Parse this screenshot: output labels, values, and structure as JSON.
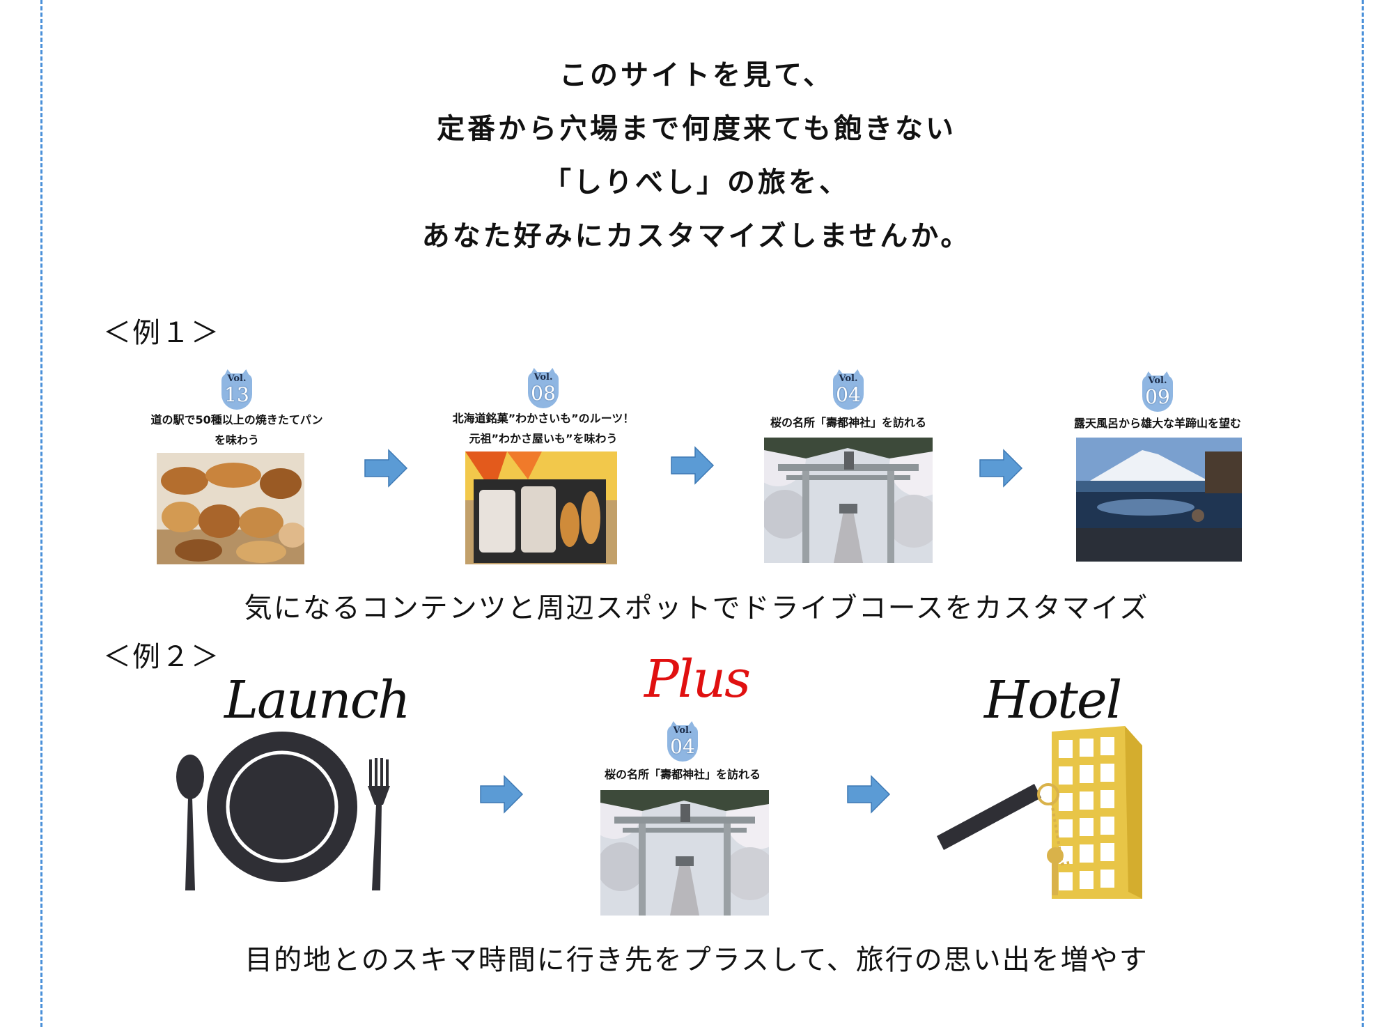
{
  "intro": {
    "lines": [
      "このサイトを見て、",
      "定番から穴場まで何度来ても飽きない",
      "「しりべし」の旅を、",
      "あなた好みにカスタマイズしませんか。"
    ]
  },
  "example1": {
    "label": "＜例１＞",
    "cards": [
      {
        "vol": "Vol.",
        "num": "13",
        "caption": [
          "道の駅で50種以上の焼きたてパン",
          "を味わう"
        ]
      },
      {
        "vol": "Vol.",
        "num": "08",
        "caption": [
          "北海道銘菓”わかさいも”のルーツ！",
          "元祖”わかさ屋いも”を味わう"
        ]
      },
      {
        "vol": "Vol.",
        "num": "04",
        "caption": [
          "桜の名所「壽都神社」を訪れる"
        ]
      },
      {
        "vol": "Vol.",
        "num": "09",
        "caption": [
          "露天風呂から雄大な羊蹄山を望む"
        ]
      }
    ],
    "tagline": "気になるコンテンツと周辺スポットでドライブコースをカスタマイズ"
  },
  "example2": {
    "label": "＜例２＞",
    "lunch_title": "Launch",
    "plus_title": "Plus",
    "hotel_title": "Hotel",
    "card": {
      "vol": "Vol.",
      "num": "04",
      "caption": [
        "桜の名所「壽都神社」を訪れる"
      ]
    },
    "tagline": "目的地とのスキマ時間に行き先をプラスして、旅行の思い出を増やす"
  },
  "colors": {
    "accent_blue": "#4a90d9",
    "arrow_blue": "#5b9bd5",
    "plus_red": "#e01010",
    "badge_blue": "#8fb6e2",
    "hotel_yellow": "#e8c547",
    "icon_dark": "#2f2f35"
  },
  "icons": [
    "arrow-right-icon",
    "plate-icon",
    "spoon-icon",
    "fork-icon",
    "hotel-building-icon",
    "key-icon"
  ]
}
